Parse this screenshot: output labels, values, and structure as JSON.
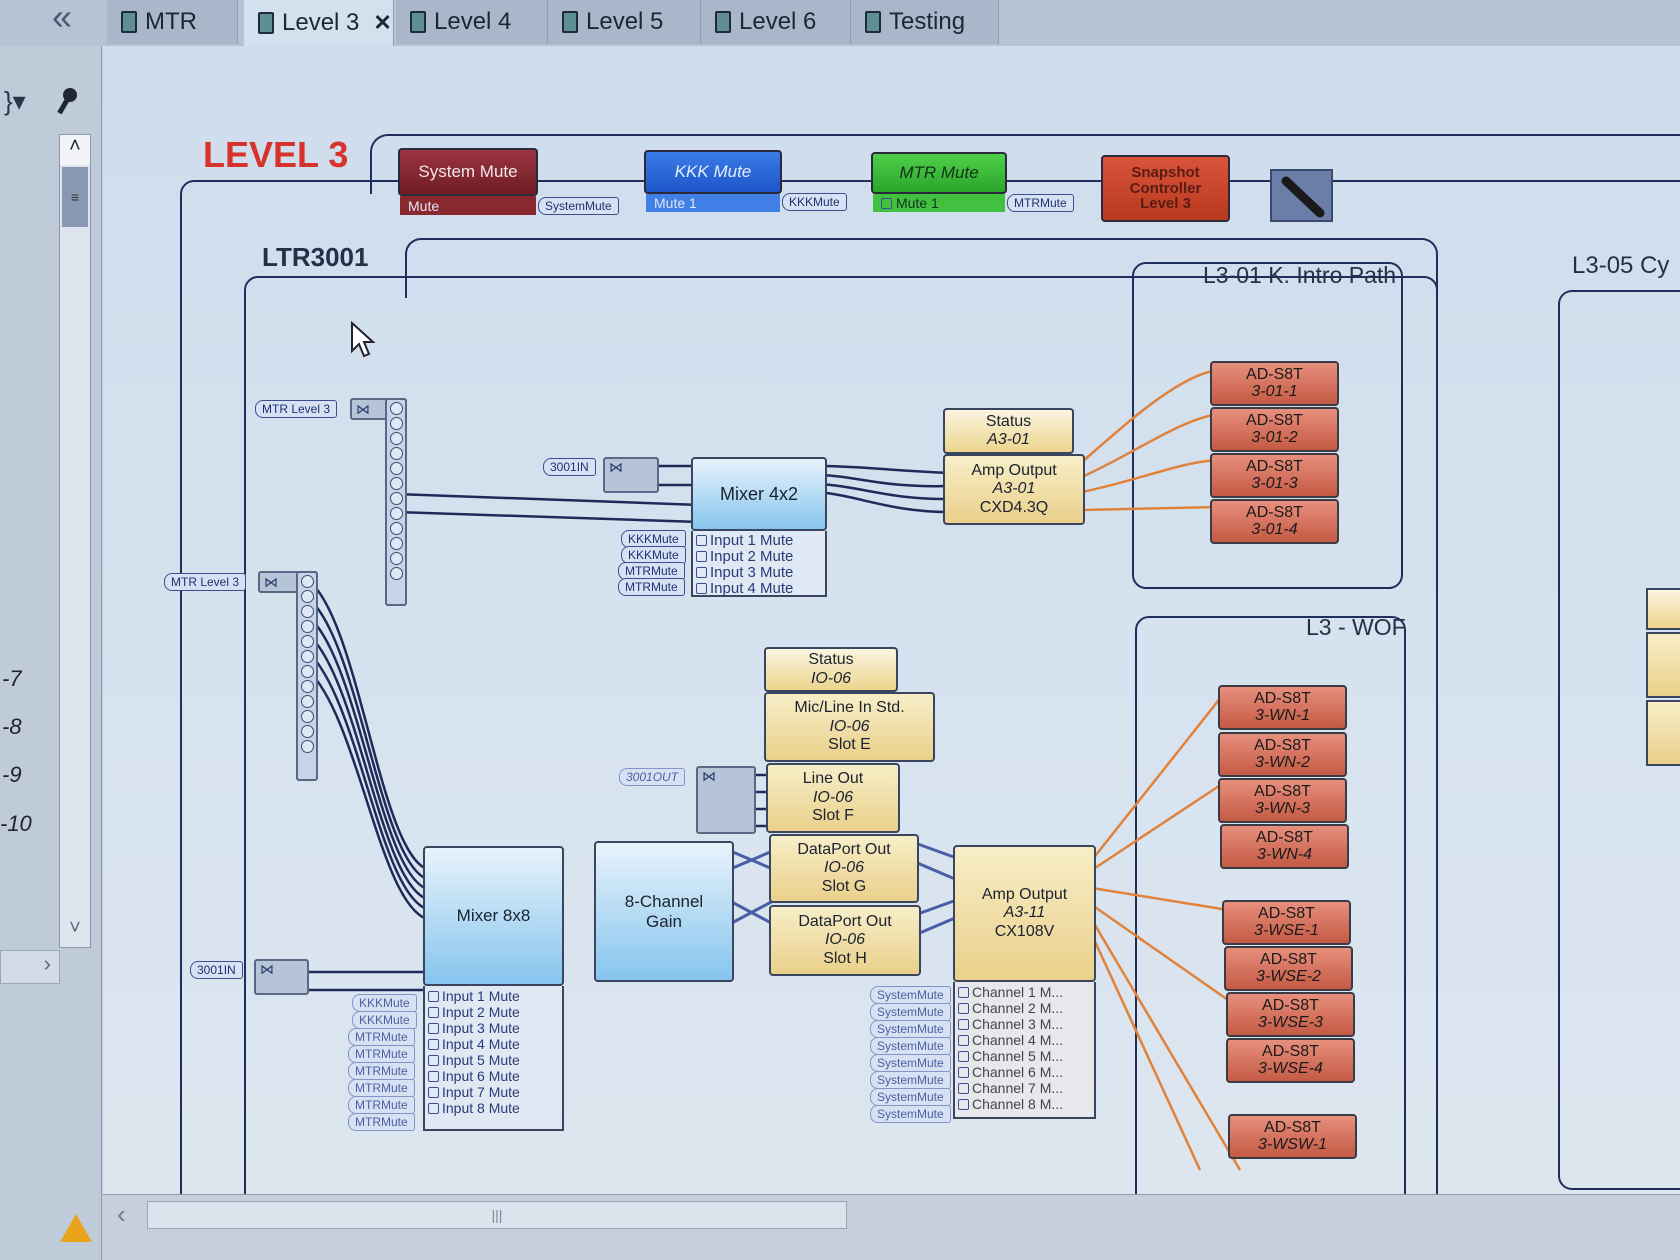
{
  "tabs": [
    {
      "label": "MTR"
    },
    {
      "label": "Level 3",
      "close": "✕"
    },
    {
      "label": "Level 4"
    },
    {
      "label": "Level 5"
    },
    {
      "label": "Level 6"
    },
    {
      "label": "Testing"
    }
  ],
  "collapse_glyph": "«",
  "left_pane": {
    "levels": [
      "-7",
      "-8",
      "-9",
      "-10"
    ]
  },
  "frames": {
    "level": "LEVEL 3",
    "ltr": "LTR3001",
    "intro": "L3-01 K. Intro Path",
    "wof": "L3 - WOF",
    "cy": "L3-05 Cy"
  },
  "controls": {
    "system_mute": {
      "title": "System Mute",
      "sub": "Mute",
      "tag": "SystemMute"
    },
    "kkk_mute": {
      "title": "KKK Mute",
      "sub": "Mute 1",
      "tag": "KKKMute"
    },
    "mtr_mute": {
      "title": "MTR Mute",
      "sub": "Mute 1",
      "tag": "MTRMute"
    },
    "snapshot": {
      "l1": "Snapshot",
      "l2": "Controller",
      "l3": "Level 3"
    }
  },
  "tags": {
    "mtr_level": "MTR Level 3",
    "in": "3001IN",
    "out": "3001OUT",
    "kkk": "KKKMute",
    "mtr": "MTRMute",
    "sys": "SystemMute"
  },
  "mixer4x2": {
    "title": "Mixer 4x2",
    "rows": [
      "Input 1 Mute",
      "Input 2 Mute",
      "Input 3 Mute",
      "Input 4 Mute"
    ],
    "tags": [
      "KKKMute",
      "KKKMute",
      "MTRMute",
      "MTRMute"
    ]
  },
  "mixer8x8": {
    "title": "Mixer 8x8",
    "rows": [
      "Input 1 Mute",
      "Input 2 Mute",
      "Input 3 Mute",
      "Input 4 Mute",
      "Input 5 Mute",
      "Input 6 Mute",
      "Input 7 Mute",
      "Input 8 Mute"
    ],
    "tags": [
      "KKKMute",
      "KKKMute",
      "MTRMute",
      "MTRMute",
      "MTRMute",
      "MTRMute",
      "MTRMute",
      "MTRMute"
    ]
  },
  "status_a301": {
    "l1": "Status",
    "l2": "A3-01"
  },
  "amp_a301": {
    "l1": "Amp Output",
    "l2": "A3-01",
    "l3": "CXD4.3Q"
  },
  "status_io06": {
    "l1": "Status",
    "l2": "IO-06"
  },
  "micline": {
    "l1": "Mic/Line In Std.",
    "l2": "IO-06",
    "l3": "Slot E"
  },
  "lineout": {
    "l1": "Line Out",
    "l2": "IO-06",
    "l3": "Slot F"
  },
  "dp_g": {
    "l1": "DataPort Out",
    "l2": "IO-06",
    "l3": "Slot G"
  },
  "dp_h": {
    "l1": "DataPort Out",
    "l2": "IO-06",
    "l3": "Slot H"
  },
  "gain": {
    "l1": "8-Channel",
    "l2": "Gain"
  },
  "amp_a311": {
    "l1": "Amp Output",
    "l2": "A3-11",
    "l3": "CX108V",
    "rows": [
      "Channel 1 M...",
      "Channel 2 M...",
      "Channel 3 M...",
      "Channel 4 M...",
      "Channel 5 M...",
      "Channel 6 M...",
      "Channel 7 M...",
      "Channel 8 M..."
    ]
  },
  "speakers_intro": [
    {
      "model": "AD-S8T",
      "name": "3-01-1"
    },
    {
      "model": "AD-S8T",
      "name": "3-01-2"
    },
    {
      "model": "AD-S8T",
      "name": "3-01-3"
    },
    {
      "model": "AD-S8T",
      "name": "3-01-4"
    }
  ],
  "speakers_wof": [
    {
      "model": "AD-S8T",
      "name": "3-WN-1"
    },
    {
      "model": "AD-S8T",
      "name": "3-WN-2"
    },
    {
      "model": "AD-S8T",
      "name": "3-WN-3"
    },
    {
      "model": "AD-S8T",
      "name": "3-WN-4"
    },
    {
      "model": "AD-S8T",
      "name": "3-WSE-1"
    },
    {
      "model": "AD-S8T",
      "name": "3-WSE-2"
    },
    {
      "model": "AD-S8T",
      "name": "3-WSE-3"
    },
    {
      "model": "AD-S8T",
      "name": "3-WSE-4"
    },
    {
      "model": "AD-S8T",
      "name": "3-WSW-1"
    }
  ],
  "colors": {
    "wire_audio": "#1f2a5a",
    "wire_speaker": "#e0823a",
    "level_title": "#d8322c"
  }
}
